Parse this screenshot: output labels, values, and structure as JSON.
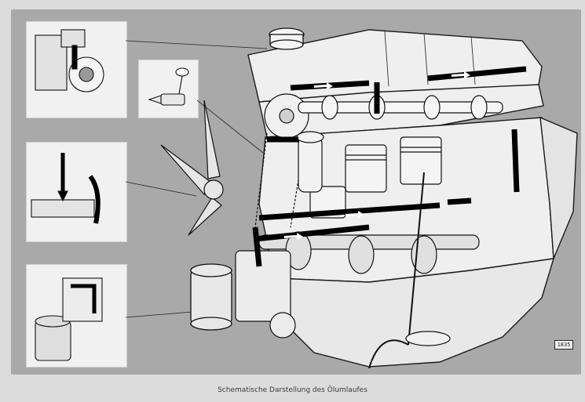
{
  "figure": {
    "caption": "Schematische Darstellung des Ölumlaufes",
    "reference_code": "1835"
  },
  "colors": {
    "paper": "#dcdcdc",
    "panel": "#a9a9a9",
    "inset": "#f1f1f1",
    "ink": "#111111",
    "oil_path": "#000000"
  },
  "insets": [
    {
      "name": "oil-pressure-relief-valve-detail"
    },
    {
      "name": "oil-pressure-switch-detail"
    },
    {
      "name": "oil-pump-drive-detail"
    },
    {
      "name": "oil-filter-detail"
    }
  ]
}
